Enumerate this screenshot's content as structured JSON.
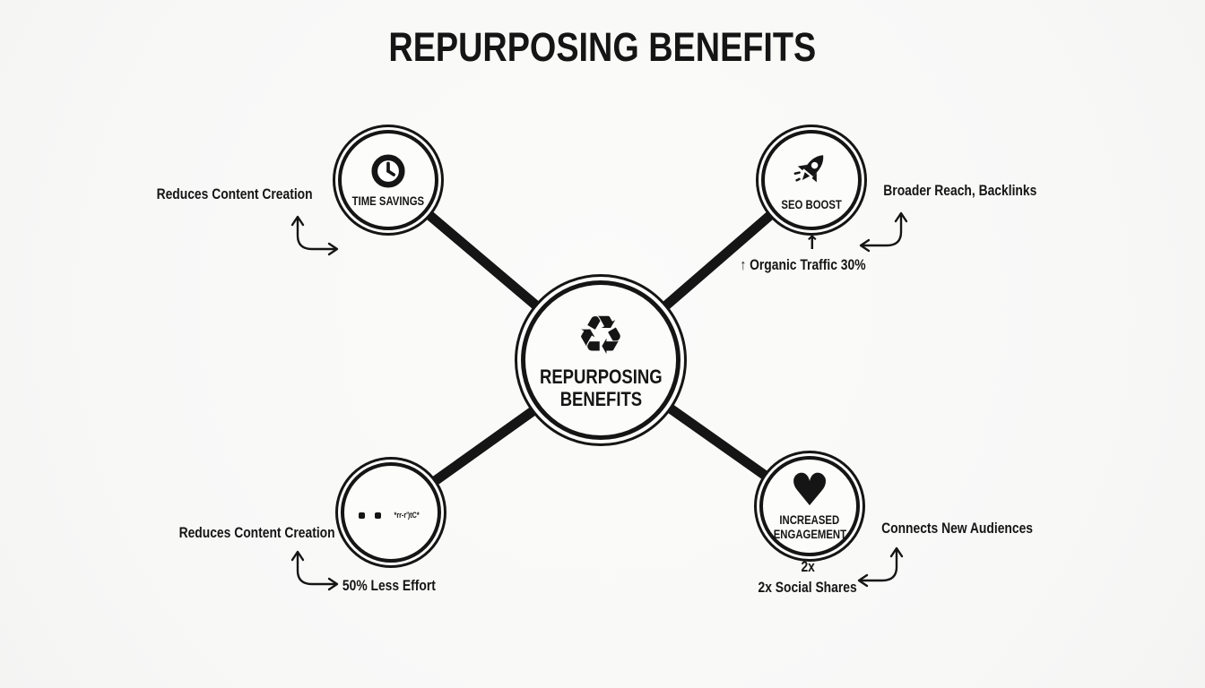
{
  "title": "REPURPOSING BENEFITS",
  "colors": {
    "ink": "#151515",
    "background": "#f9f9f8"
  },
  "center_node": {
    "icon": "recycle-icon",
    "icon_glyph": "♻",
    "label_line1": "REPURPOSING",
    "label_line2": "BENEFITS"
  },
  "nodes": {
    "top_left": {
      "label": "TIME SAVINGS",
      "icon": "clock-icon"
    },
    "top_right": {
      "label": "SEO BOOST",
      "icon": "rocket-icon"
    },
    "bottom_left": {
      "icon": "dots-scribble",
      "scribble": "*rr-r')tC*"
    },
    "bottom_right": {
      "icon": "heart-icon",
      "icon_glyph": "♥",
      "label_line1": "INCREASED",
      "label_line2": "ENGAGEMENT"
    }
  },
  "annotations": {
    "time_savings_note": "Reduces Content Creation",
    "seo_note": "Broader Reach, Backlinks",
    "seo_metric_pointer": "↑",
    "seo_metric": "↑ Organic Traffic 30%",
    "effort_note": "Reduces Content Creation",
    "effort_metric": "50% Less Effort",
    "engagement_metric_line1": "2x",
    "engagement_metric_line2": "2x Social Shares",
    "engagement_note": "Connects New Audiences"
  }
}
